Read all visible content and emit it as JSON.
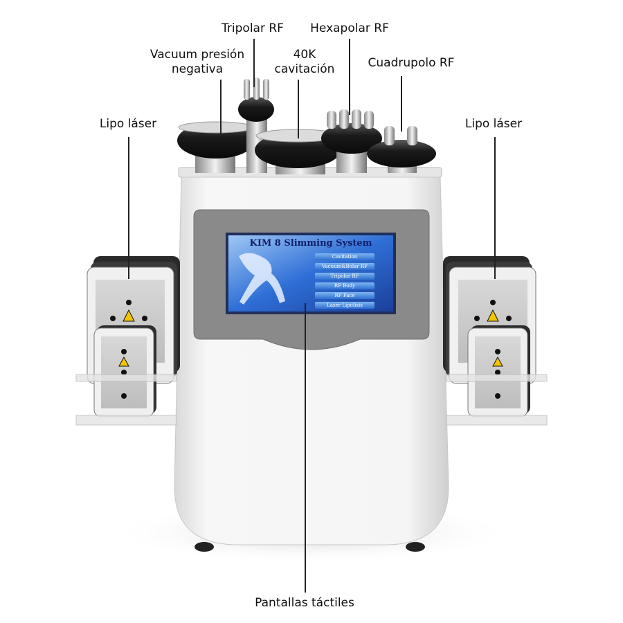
{
  "labels": {
    "tripolar": "Tripolar RF",
    "hexapolar": "Hexapolar RF",
    "vacuum_line1": "Vacuum presión",
    "vacuum_line2": "negativa",
    "cavitation_line1": "40K",
    "cavitation_line2": "cavitación",
    "cuadrupolo": "Cuadrupolo RF",
    "lipo_left": "Lipo láser",
    "lipo_right": "Lipo láser",
    "screen": "Pantallas táctiles"
  },
  "screen": {
    "title": "KIM 8 Slimming System",
    "menu": [
      "Cavitation",
      "Vacuum&Bolar RF",
      "Tripolar RF",
      "RF Body",
      "RF Face",
      "Laser Lipolisis"
    ]
  },
  "colors": {
    "body": "#f2f2f2",
    "screen_bezel": "#8a8a8a",
    "screen_bg": "#2f6fd6",
    "accent": "#0e1f6a"
  }
}
